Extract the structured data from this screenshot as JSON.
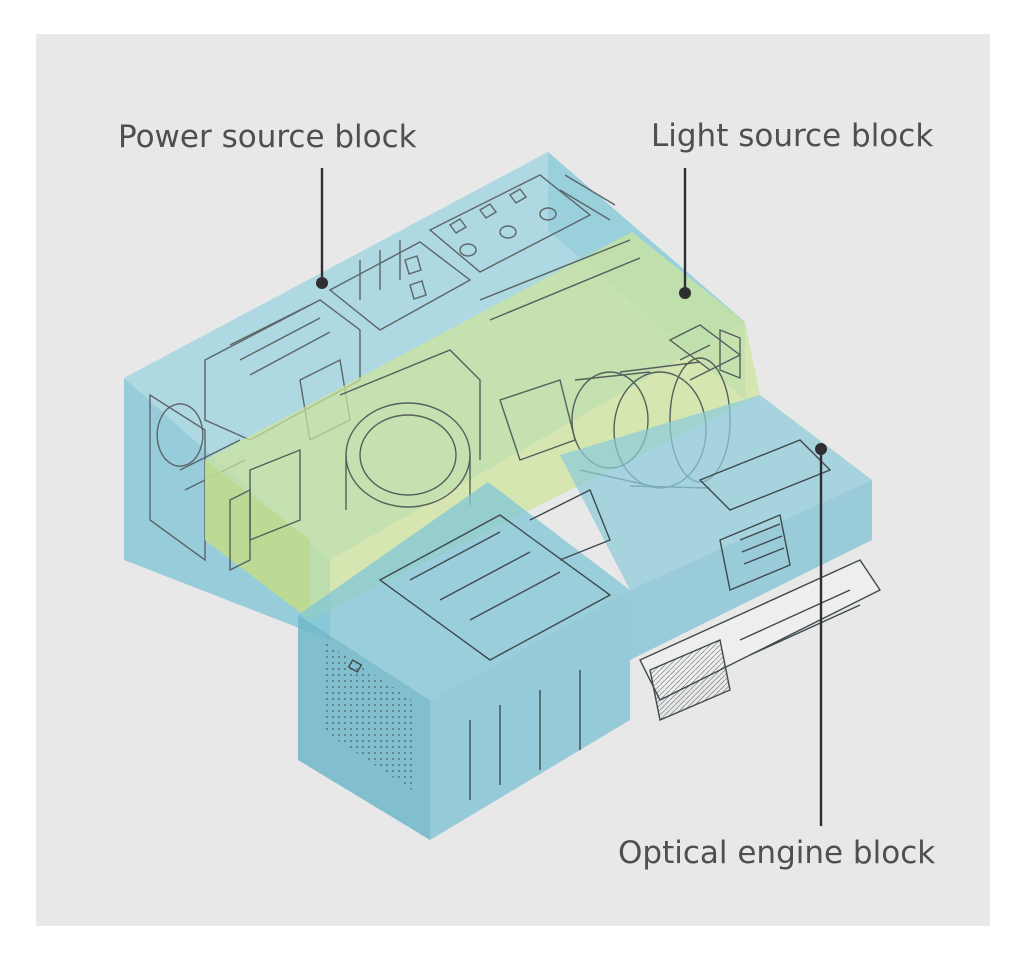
{
  "callouts": {
    "power_source": "Power source block",
    "light_source": "Light source block",
    "optical_engine": "Optical engine block"
  },
  "colors": {
    "panel_background": "#e8e8e9",
    "power_block_fill": "#8fd0de",
    "light_block_fill": "#c9e394",
    "optical_block_fill": "#86c8d8",
    "line_art": "#5c6668",
    "leader_line": "#2f2f31",
    "label_text": "#4d4f52"
  }
}
